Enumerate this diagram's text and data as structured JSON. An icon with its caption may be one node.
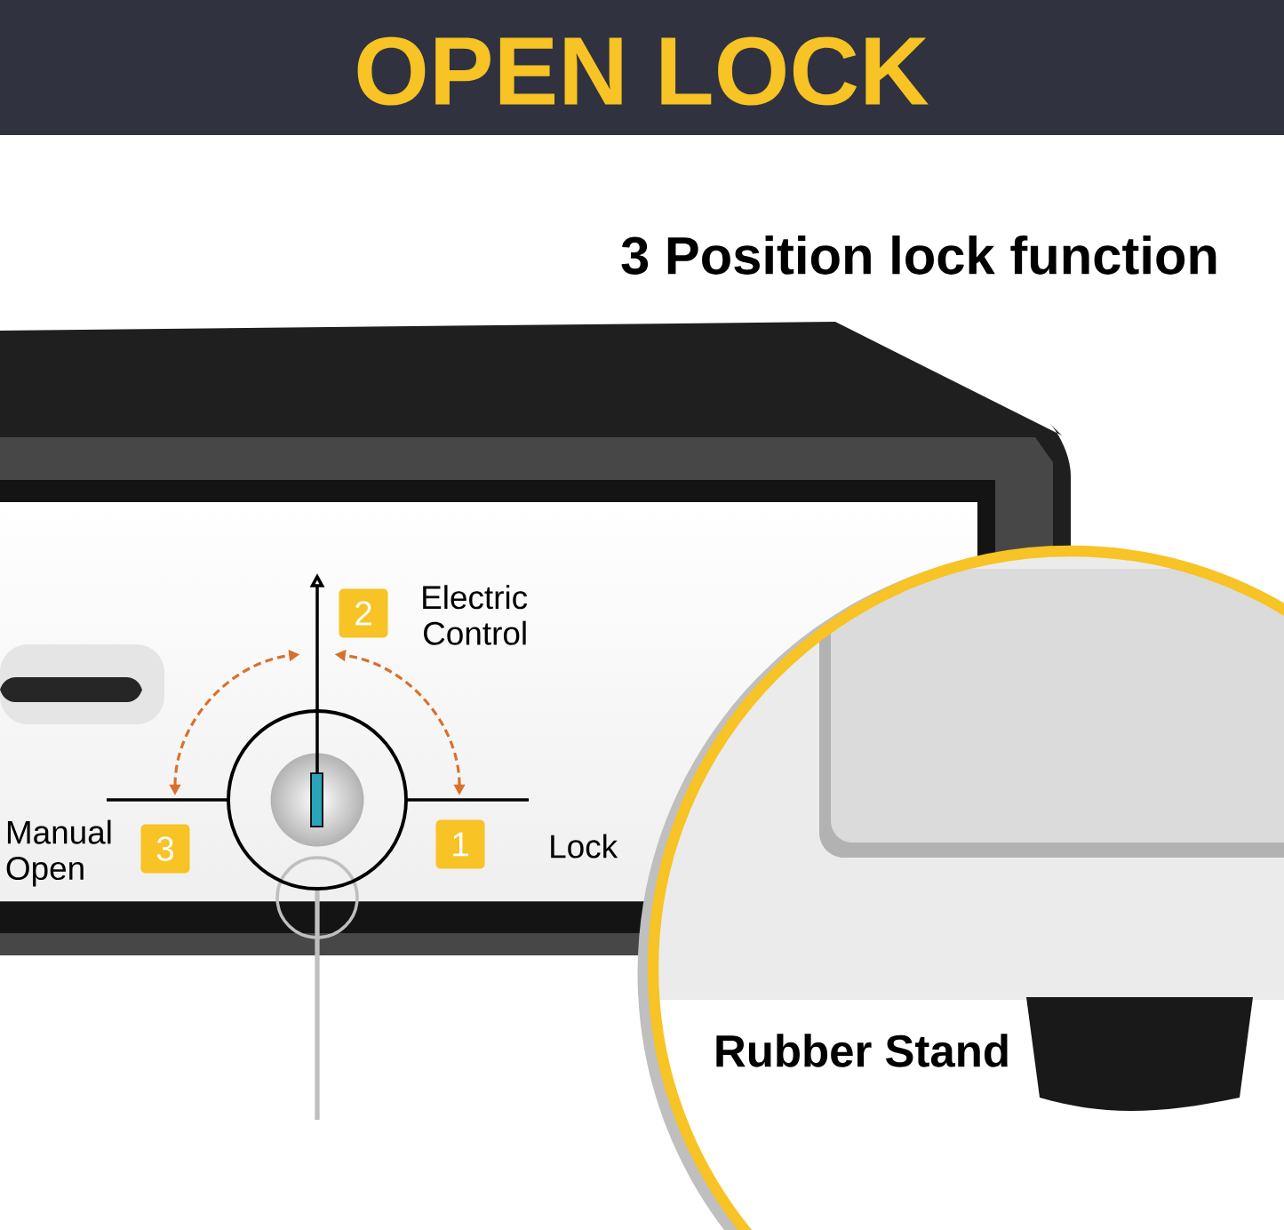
{
  "diagram": {
    "title": "OPEN LOCK",
    "nodes": [
      {
        "text": [
          "2"
        ],
        "beside": [
          "Electric Control"
        ]
      },
      {
        "text": [
          "3"
        ],
        "beside": [
          "Manual Open"
        ]
      },
      {
        "text": [
          "1"
        ],
        "beside": [
          "Lock"
        ]
      }
    ],
    "labels": [
      "3 Position lock function",
      "Rubber Stand"
    ]
  }
}
